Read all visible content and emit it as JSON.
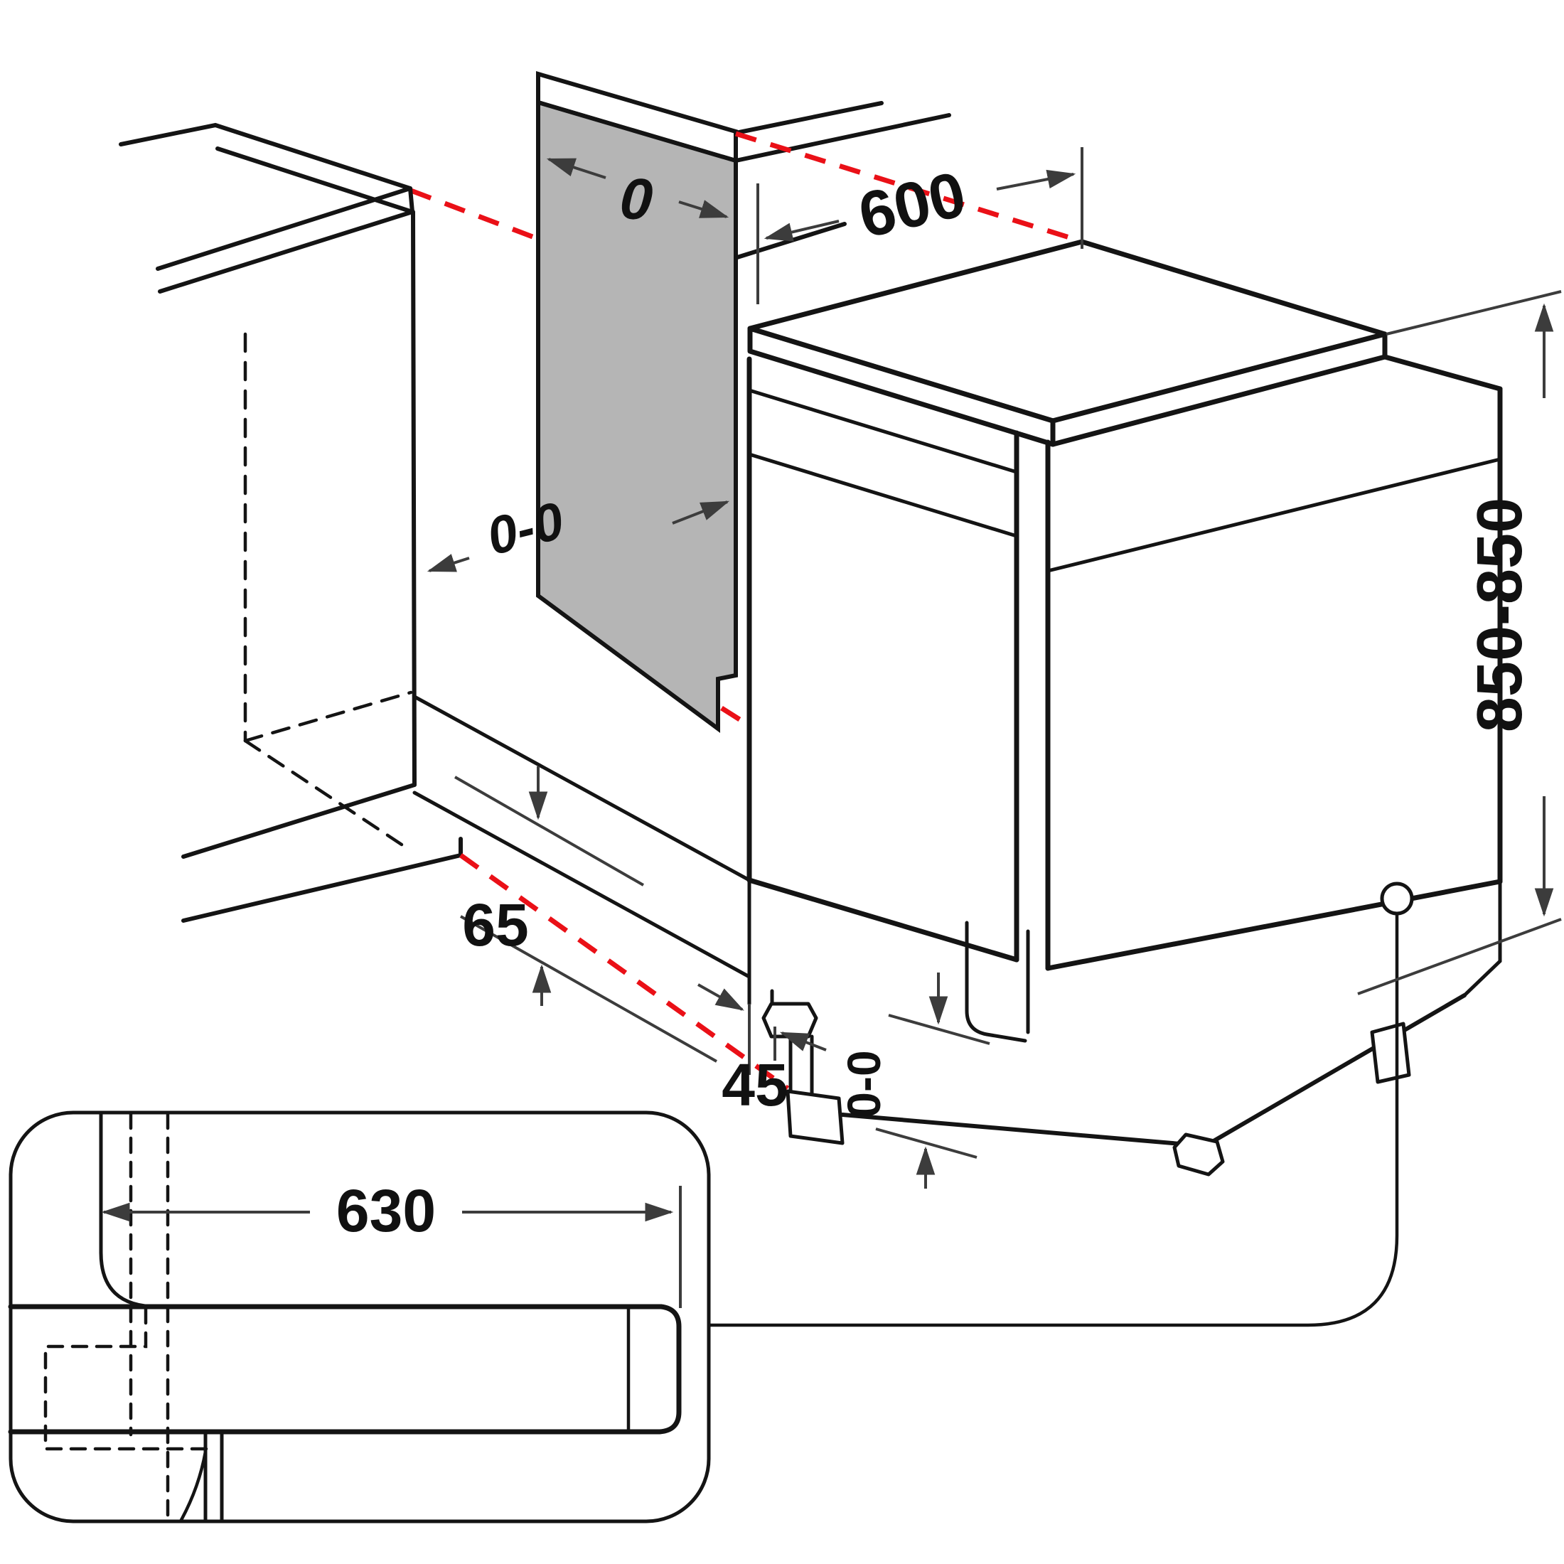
{
  "diagram": {
    "kind": "appliance-installation-dimension-drawing",
    "subject": "freestanding dishwasher beside kitchen cabinet",
    "units_implied": "mm",
    "colors": {
      "line": "#141414",
      "dimension": "#3c3c3c",
      "guide_red": "#ea1017",
      "panel_gray": "#b5b5b5",
      "background": "#ffffff"
    },
    "labels": {
      "top_gap": "0",
      "top_width": "600",
      "side_gap": "0-0",
      "height": "850-850",
      "plinth_clearance": "65",
      "foot_setback": "45",
      "leveling_range": "0-0",
      "inset_depth": "630"
    }
  }
}
